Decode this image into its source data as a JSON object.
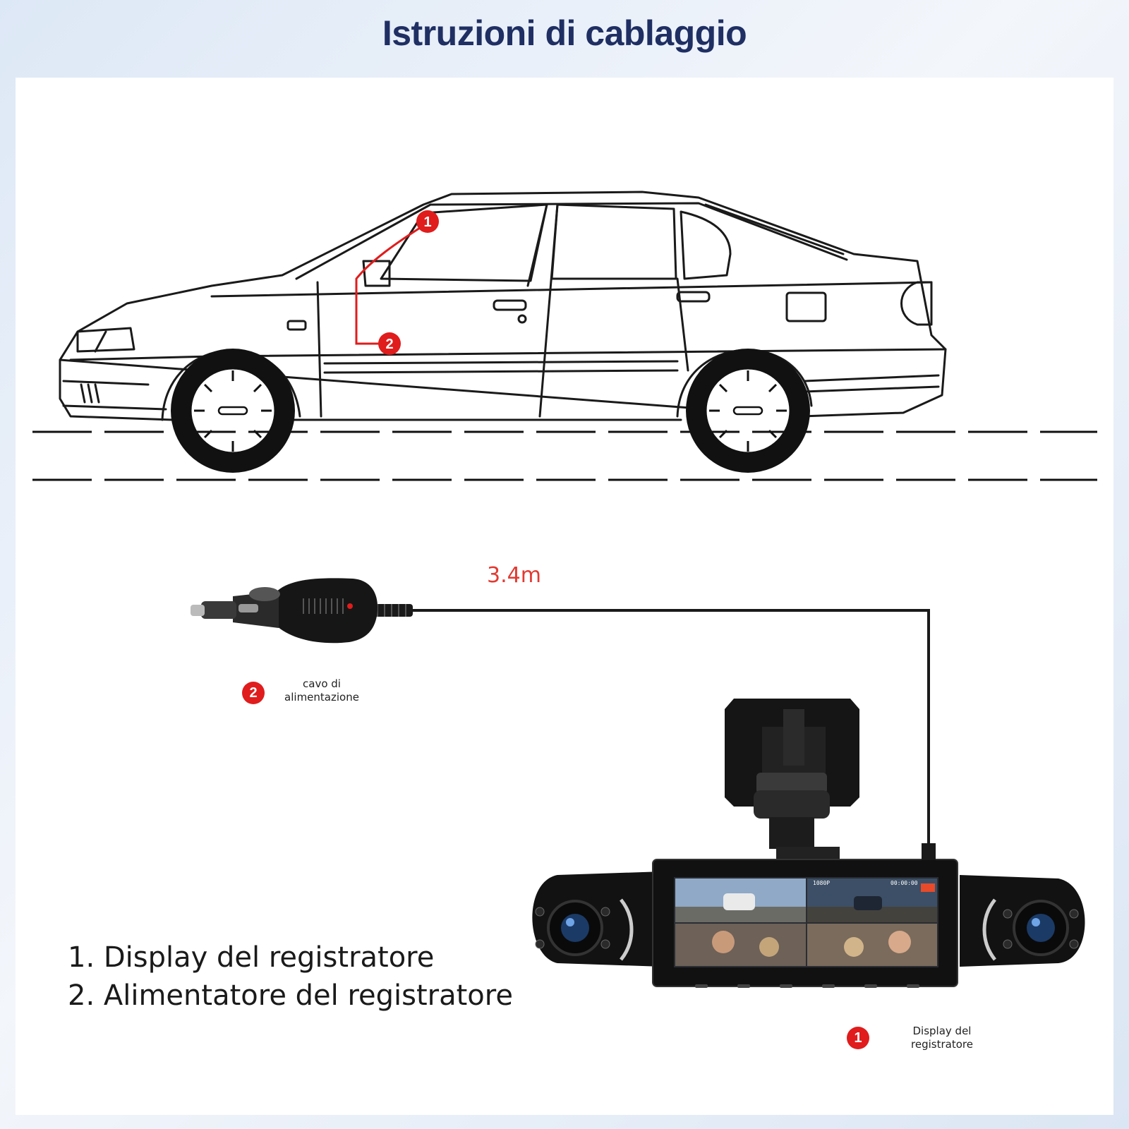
{
  "title": "Istruzioni di cablaggio",
  "cable_length": "3.4m",
  "callouts": [
    {
      "number": "1",
      "label": "Display del registratore"
    },
    {
      "number": "2",
      "label": "cavo di alimentazione"
    }
  ],
  "legend": [
    "1. Display del registratore",
    "2. Alimentatore del registratore"
  ],
  "screen": {
    "resolution": "1080P",
    "time": "00:00:00"
  },
  "colors": {
    "title": "#1f2f63",
    "accent_red": "#e01c1c",
    "cable": "#1a1a1a"
  }
}
